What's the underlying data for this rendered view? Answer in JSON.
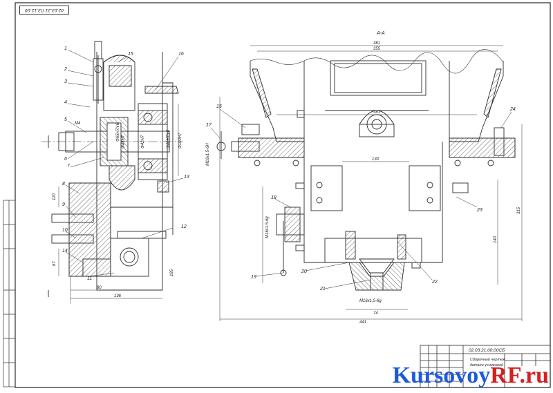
{
  "stamp_top": "02.03.21 ПЗ.12.00",
  "section_label": "А-А",
  "callouts_left": [
    "1",
    "2",
    "3",
    "4",
    "5",
    "6",
    "7",
    "8",
    "9",
    "10",
    "11",
    "12",
    "13",
    "14",
    "15",
    "16"
  ],
  "callouts_right": [
    "15",
    "17",
    "18",
    "19",
    "20",
    "21",
    "22",
    "23",
    "24"
  ],
  "dims_left": [
    "Ф65Н7/к6",
    "Ф45Н7",
    "Ф40Н7/к6",
    "Ф100Н7",
    "М4",
    "Ф42Н7",
    "80",
    "136",
    "120",
    "67",
    "185"
  ],
  "dims_right": [
    "381",
    "355",
    "381",
    "130",
    "М16х1.5-6Н",
    "М16х1.5-6g",
    "М16х1.5-6g",
    "74",
    "441",
    "315",
    "140"
  ],
  "title_block": {
    "code": "02.03.21.00.00СБ",
    "name_line1": "Сборочный чертеж",
    "name_line2": "детали усиленной"
  },
  "watermark": {
    "part1": "Kursovoy",
    "part2": "RF.ru"
  },
  "colors": {
    "line": "#2a2a2a",
    "hatch": "#444444",
    "wm_blue": "#1e5bd8",
    "wm_red": "#d42020"
  }
}
